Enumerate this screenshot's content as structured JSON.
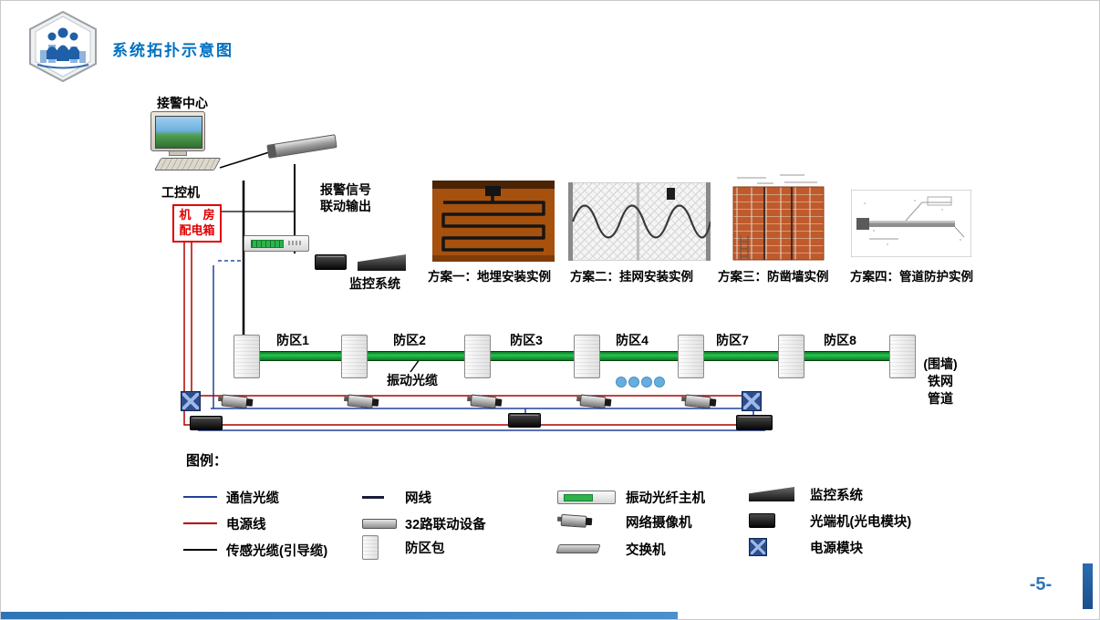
{
  "colors": {
    "title_blue": "#0070C0",
    "cable_green": "#18A83A",
    "power_red": "#B00000",
    "comm_blue": "#20409A",
    "sensing_black": "#000000",
    "warning_red": "#E00000",
    "accent_bar_blue": "#2E75B6",
    "dot_blue": "#66AEDE"
  },
  "header": {
    "title": "系统拓扑示意图",
    "logo_icon": "people-community-hexagon-icon"
  },
  "diagram": {
    "alarm_center": "接警中心",
    "workstation": "工控机",
    "power_box": {
      "line1": "机　房",
      "line2": "配电箱"
    },
    "alarm_output": {
      "line1": "报警信号",
      "line2": "联动输出"
    },
    "monitor_system": "监控系统",
    "schemes": [
      {
        "label": "方案一：地埋安装实例",
        "icon": "buried-install-image"
      },
      {
        "label": "方案二：挂网安装实例",
        "icon": "fence-mesh-install-image"
      },
      {
        "label": "方案三：防凿墙实例",
        "icon": "anti-chisel-wall-image"
      },
      {
        "label": "方案四：管道防护实例",
        "icon": "pipeline-protection-image"
      }
    ],
    "zones": [
      "防区1",
      "防区2",
      "防区3",
      "防区4",
      "防区7",
      "防区8"
    ],
    "cable_label": "振动光缆",
    "boundary": {
      "line1": "(围墙)",
      "line2": "铁网",
      "line3": "管道"
    }
  },
  "legend": {
    "title": "图例：",
    "col1": [
      {
        "label": "通信光缆",
        "color": "#20409A",
        "icon": "blue-line-sample"
      },
      {
        "label": "电源线",
        "color": "#B00000",
        "icon": "red-line-sample"
      },
      {
        "label": "传感光缆(引导缆)",
        "color": "#000000",
        "icon": "black-line-sample"
      }
    ],
    "col2": [
      {
        "label": "网线",
        "icon": "network-cable-icon"
      },
      {
        "label": "32路联动设备",
        "icon": "linkage-device-icon"
      },
      {
        "label": "防区包",
        "icon": "zone-box-icon"
      }
    ],
    "col3": [
      {
        "label": "振动光纤主机",
        "icon": "fiber-host-icon"
      },
      {
        "label": "网络摄像机",
        "icon": "network-camera-icon"
      },
      {
        "label": "交换机",
        "icon": "switch-icon"
      }
    ],
    "col4": [
      {
        "label": "监控系统",
        "icon": "monitor-console-icon"
      },
      {
        "label": "光端机(光电模块)",
        "icon": "optical-transceiver-icon"
      },
      {
        "label": "电源模块",
        "icon": "power-module-icon"
      }
    ]
  },
  "footer": {
    "page_number": "-5-"
  }
}
